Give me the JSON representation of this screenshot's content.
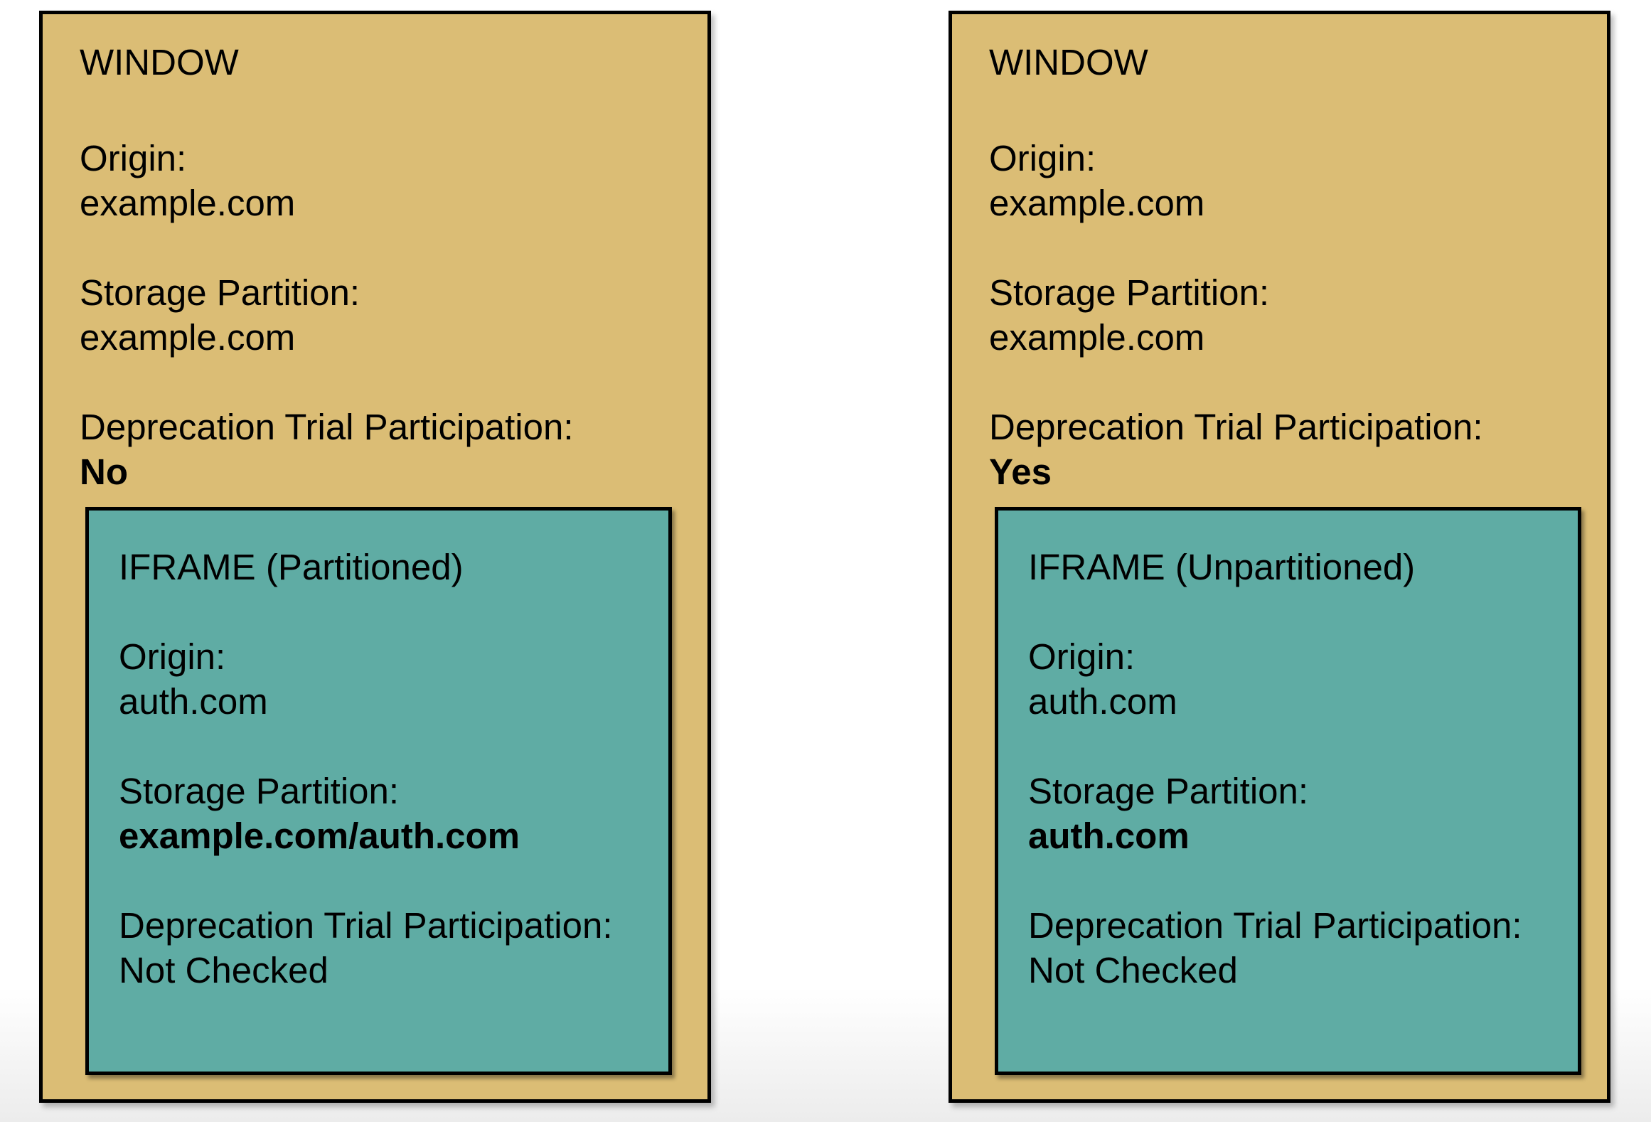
{
  "colors": {
    "window_fill": "#DBBD75",
    "iframe_fill": "#5FACA4",
    "border": "#000000",
    "page_fade": "#ececec"
  },
  "windows": [
    {
      "title": "WINDOW",
      "fields": [
        {
          "label": "Origin:",
          "value": "example.com"
        },
        {
          "label": "Storage Partition:",
          "value": "example.com"
        },
        {
          "label": "Deprecation Trial Participation:",
          "value": "No"
        }
      ],
      "iframe": {
        "title": "IFRAME (Partitioned)",
        "fields": [
          {
            "label": "Origin:",
            "value": "auth.com"
          },
          {
            "label": "Storage Partition:",
            "value": "example.com/auth.com"
          },
          {
            "label": "Deprecation Trial Participation:",
            "value": "Not Checked"
          }
        ]
      }
    },
    {
      "title": "WINDOW",
      "fields": [
        {
          "label": "Origin:",
          "value": "example.com"
        },
        {
          "label": "Storage Partition:",
          "value": "example.com"
        },
        {
          "label": "Deprecation Trial Participation:",
          "value": "Yes"
        }
      ],
      "iframe": {
        "title": "IFRAME (Unpartitioned)",
        "fields": [
          {
            "label": "Origin:",
            "value": "auth.com"
          },
          {
            "label": "Storage Partition:",
            "value": "auth.com"
          },
          {
            "label": "Deprecation Trial Participation:",
            "value": "Not Checked"
          }
        ]
      }
    }
  ]
}
